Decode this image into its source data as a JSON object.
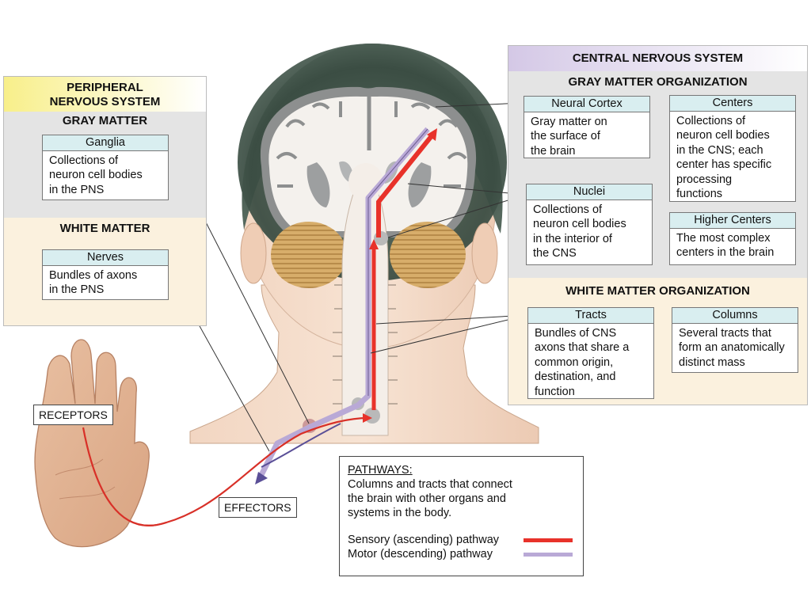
{
  "pns": {
    "title_line1": "PERIPHERAL",
    "title_line2": "NERVOUS SYSTEM",
    "gray_header": "GRAY MATTER",
    "white_header": "WHITE MATTER",
    "ganglia": {
      "title": "Ganglia",
      "lines": [
        "Collections of",
        "neuron cell bodies",
        "in the PNS"
      ]
    },
    "nerves": {
      "title": "Nerves",
      "lines": [
        "Bundles of axons",
        "in the PNS"
      ]
    }
  },
  "cns": {
    "title": "CENTRAL NERVOUS SYSTEM",
    "gray_header": "GRAY MATTER ORGANIZATION",
    "white_header": "WHITE MATTER ORGANIZATION",
    "neural_cortex": {
      "title": "Neural Cortex",
      "lines": [
        "Gray matter on",
        "the surface of",
        "the brain"
      ]
    },
    "centers": {
      "title": "Centers",
      "lines": [
        "Collections of",
        "neuron cell bodies",
        "in the CNS; each",
        "center has specific",
        "processing",
        "functions"
      ]
    },
    "nuclei": {
      "title": "Nuclei",
      "lines": [
        "Collections of",
        "neuron cell bodies",
        "in the interior of",
        "the CNS"
      ]
    },
    "higher_centers": {
      "title": "Higher Centers",
      "lines": [
        "The most complex",
        "centers in the brain"
      ]
    },
    "tracts": {
      "title": "Tracts",
      "lines": [
        "Bundles of CNS",
        "axons that share a",
        "common origin,",
        "destination, and",
        "function"
      ]
    },
    "columns": {
      "title": "Columns",
      "lines": [
        "Several tracts that",
        "form an anatomically",
        "distinct mass"
      ]
    }
  },
  "receptors_label": "RECEPTORS",
  "effectors_label": "EFFECTORS",
  "pathways": {
    "title": "PATHWAYS:",
    "lines": [
      "Columns and tracts that connect",
      "the brain with other organs and",
      "systems in the body."
    ],
    "legend": [
      {
        "label": "Sensory (ascending) pathway",
        "color": "#e8322a"
      },
      {
        "label": "Motor (descending) pathway",
        "color": "#b9a9d6"
      }
    ]
  },
  "colors": {
    "cns_title_bg": "#d4c8e6",
    "gray_bg": "#e4e4e4",
    "white_bg": "#fbf1de",
    "pns_title_bg": "#f8ef8a",
    "label_title_bg": "#d9eef0",
    "sensory": "#e8322a",
    "motor": "#b9a9d6"
  }
}
